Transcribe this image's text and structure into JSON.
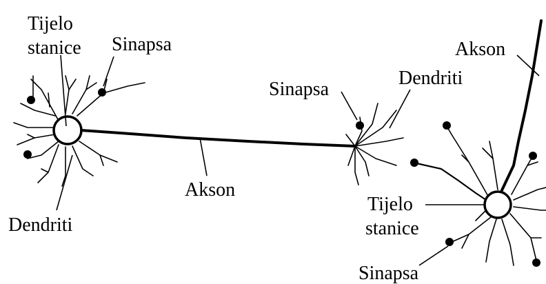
{
  "labels": {
    "left_cell_body_line1": "Tijelo",
    "left_cell_body_line2": "stanice",
    "left_synapse": "Sinapsa",
    "left_dendrites": "Dendriti",
    "middle_axon": "Akson",
    "middle_synapse": "Sinapsa",
    "middle_dendrites": "Dendriti",
    "right_axon": "Akson",
    "right_cell_body_line1": "Tijelo",
    "right_cell_body_line2": "stanice",
    "right_synapse": "Sinapsa"
  }
}
